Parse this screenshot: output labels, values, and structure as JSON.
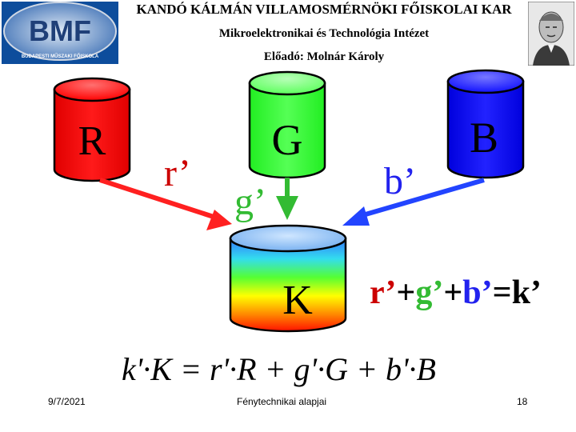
{
  "header": {
    "title": "KANDÓ KÁLMÁN VILLAMOSMÉRNÖKI FŐISKOLAI KAR",
    "institute": "Mikroelektronikai és Technológia Intézet",
    "lecturer": "Előadó: Molnár Károly"
  },
  "logo": {
    "text": "BMF",
    "caption": "BUDAPESTI MŰSZAKI FŐISKOLA"
  },
  "diagram": {
    "cylinders": [
      {
        "id": "R",
        "label": "R",
        "color": "#ff0000"
      },
      {
        "id": "G",
        "label": "G",
        "color": "#33ff33"
      },
      {
        "id": "B",
        "label": "B",
        "color": "#0000ff"
      },
      {
        "id": "K",
        "label": "K"
      }
    ],
    "flows": [
      {
        "from": "R",
        "label": "r’",
        "color": "#ff2020"
      },
      {
        "from": "G",
        "label": "g’",
        "color": "#33cc33"
      },
      {
        "from": "B",
        "label": "b’",
        "color": "#2244ff"
      }
    ],
    "equation": {
      "r": "r’",
      "plus1": "+",
      "g": "g’",
      "plus2": "+",
      "b": "b’",
      "eq": "=",
      "k": "k’"
    },
    "formula": "k'·K = r'·R + g'·G + b'·B"
  },
  "footer": {
    "date": "9/7/2021",
    "subject": "Fénytechnikai alapjai",
    "page": "18"
  }
}
